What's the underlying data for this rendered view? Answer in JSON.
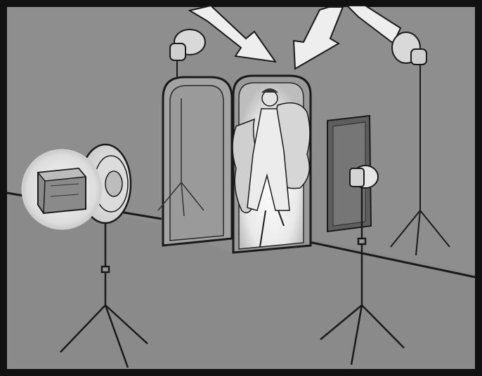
{
  "scene": {
    "kind": "pencil-sketch",
    "subject": "photo-studio",
    "palette": {
      "paper": "#8f8f8f",
      "paper_dark": "#7d7d7d",
      "floor": "#8a8a8a",
      "ink": "#1a1a1a",
      "highlight": "#f4f4f4",
      "frame": "#111111"
    },
    "elements": [
      "studio-walls",
      "left-mirror-door",
      "center-doorway",
      "model-in-feather-boa",
      "softbox-right",
      "beauty-dish-left",
      "inset-circle-light-box",
      "spotlight-left-top",
      "spotlight-right-top",
      "arrow-left",
      "arrow-right",
      "light-stand-left",
      "light-stand-right",
      "light-stand-back-right",
      "light-stand-back-left"
    ]
  }
}
